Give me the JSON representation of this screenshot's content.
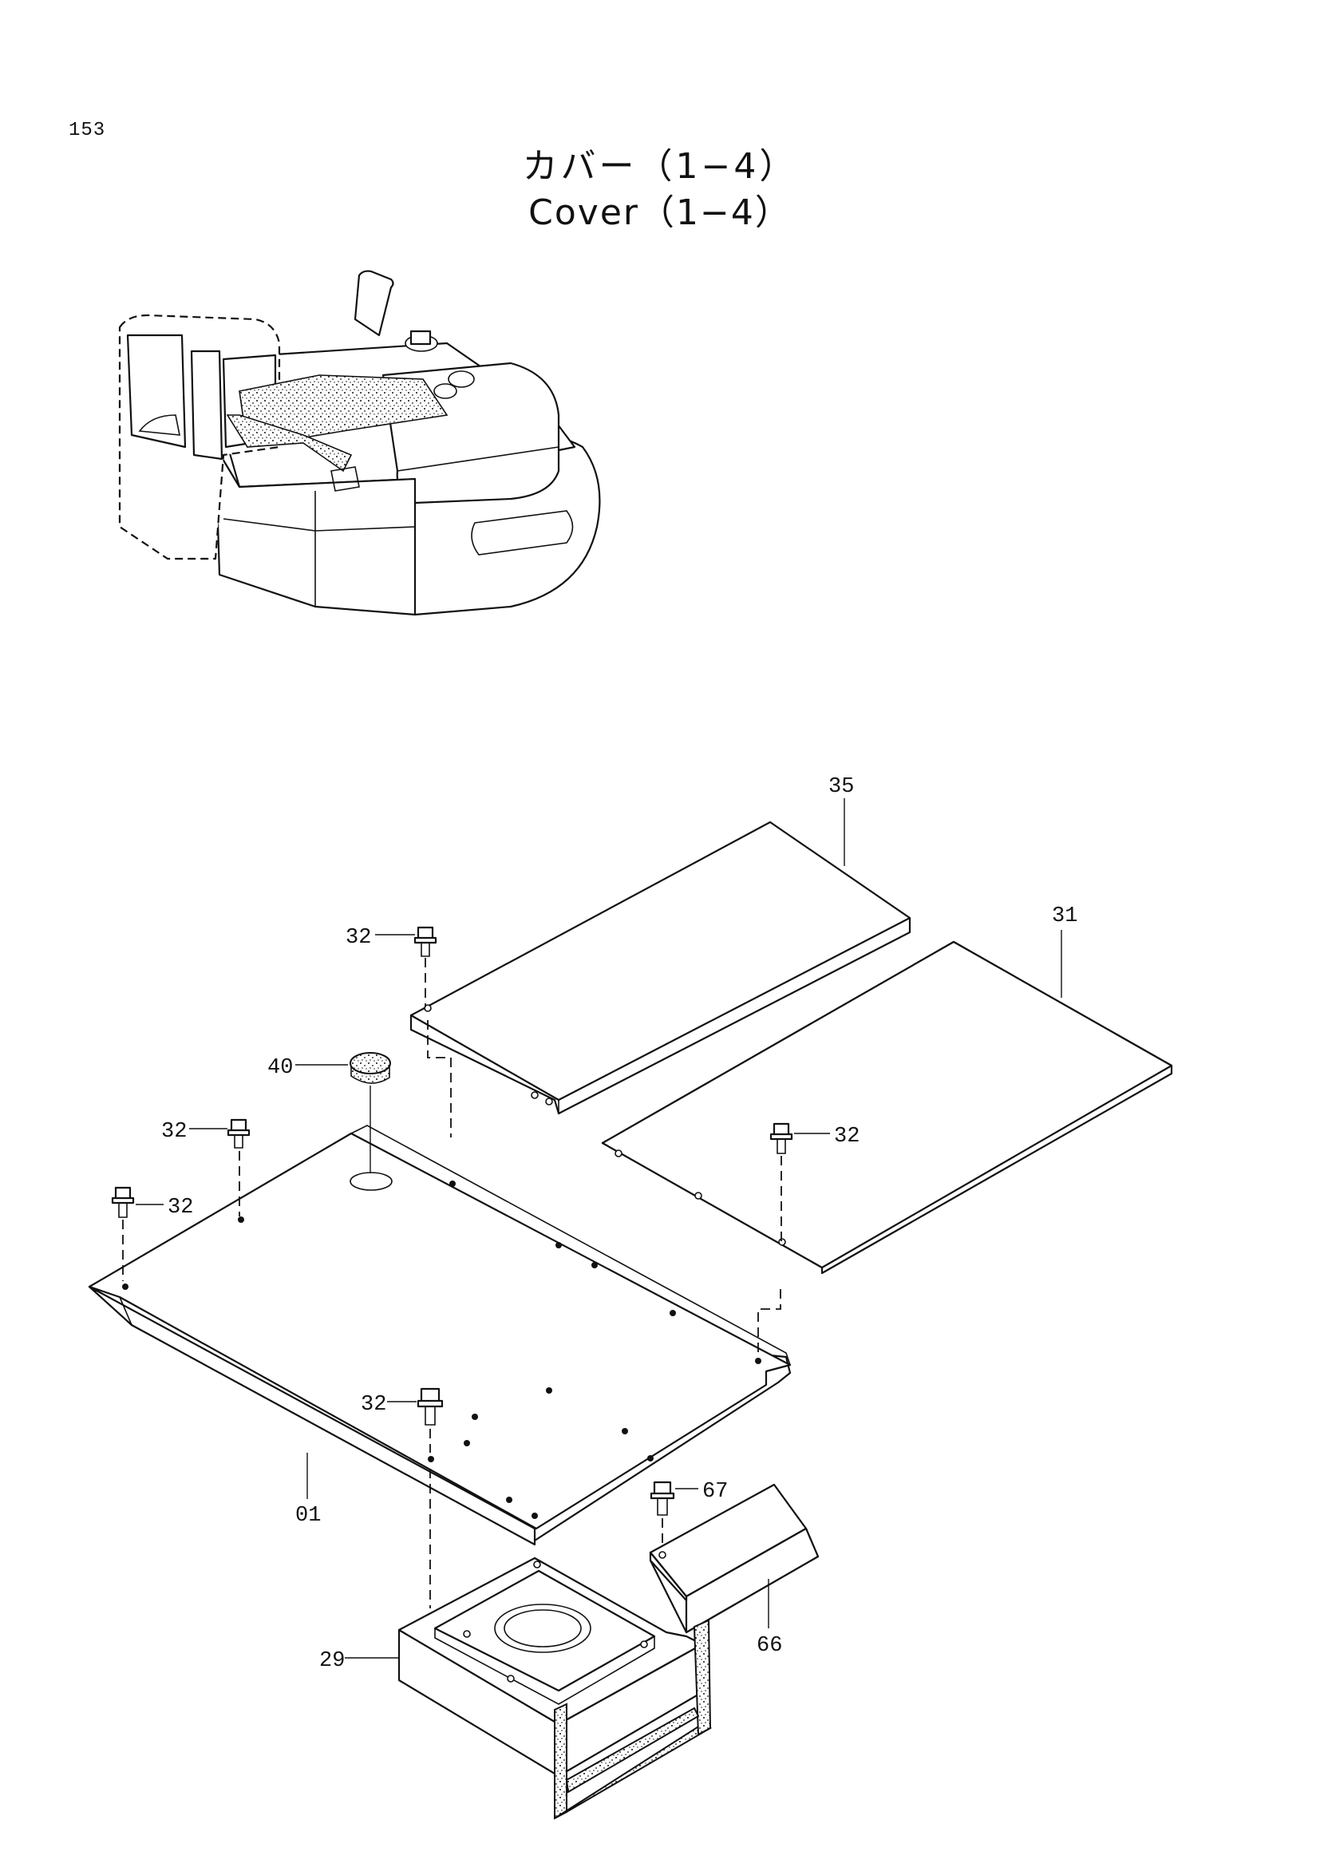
{
  "page_number": "153",
  "title_jp": "カバー（1−4）",
  "title_en": "Cover（1−4）",
  "callouts": {
    "c35": "35",
    "c31": "31",
    "c32_a": "32",
    "c32_b": "32",
    "c32_c": "32",
    "c32_d": "32",
    "c32_e": "32",
    "c40": "40",
    "c01": "01",
    "c67": "67",
    "c66": "66",
    "c29": "29"
  }
}
